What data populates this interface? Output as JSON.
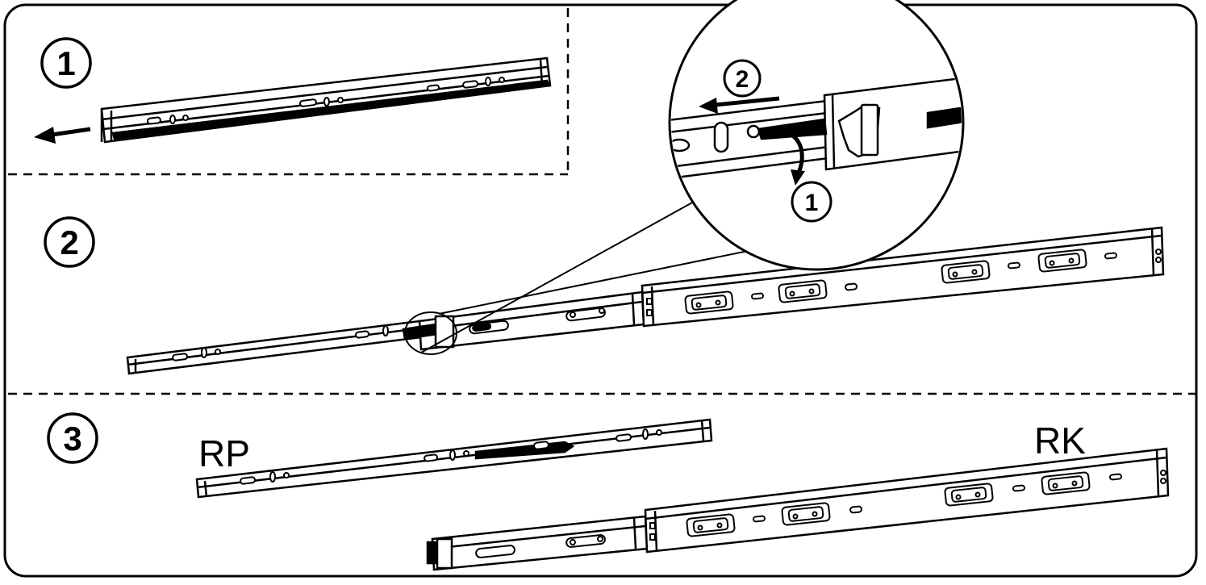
{
  "steps": {
    "step1": "1",
    "step2": "2",
    "step3": "3"
  },
  "detail": {
    "sub_step_1": "1",
    "sub_step_2": "2"
  },
  "labels": {
    "rp": "RP",
    "rk": "RK"
  }
}
